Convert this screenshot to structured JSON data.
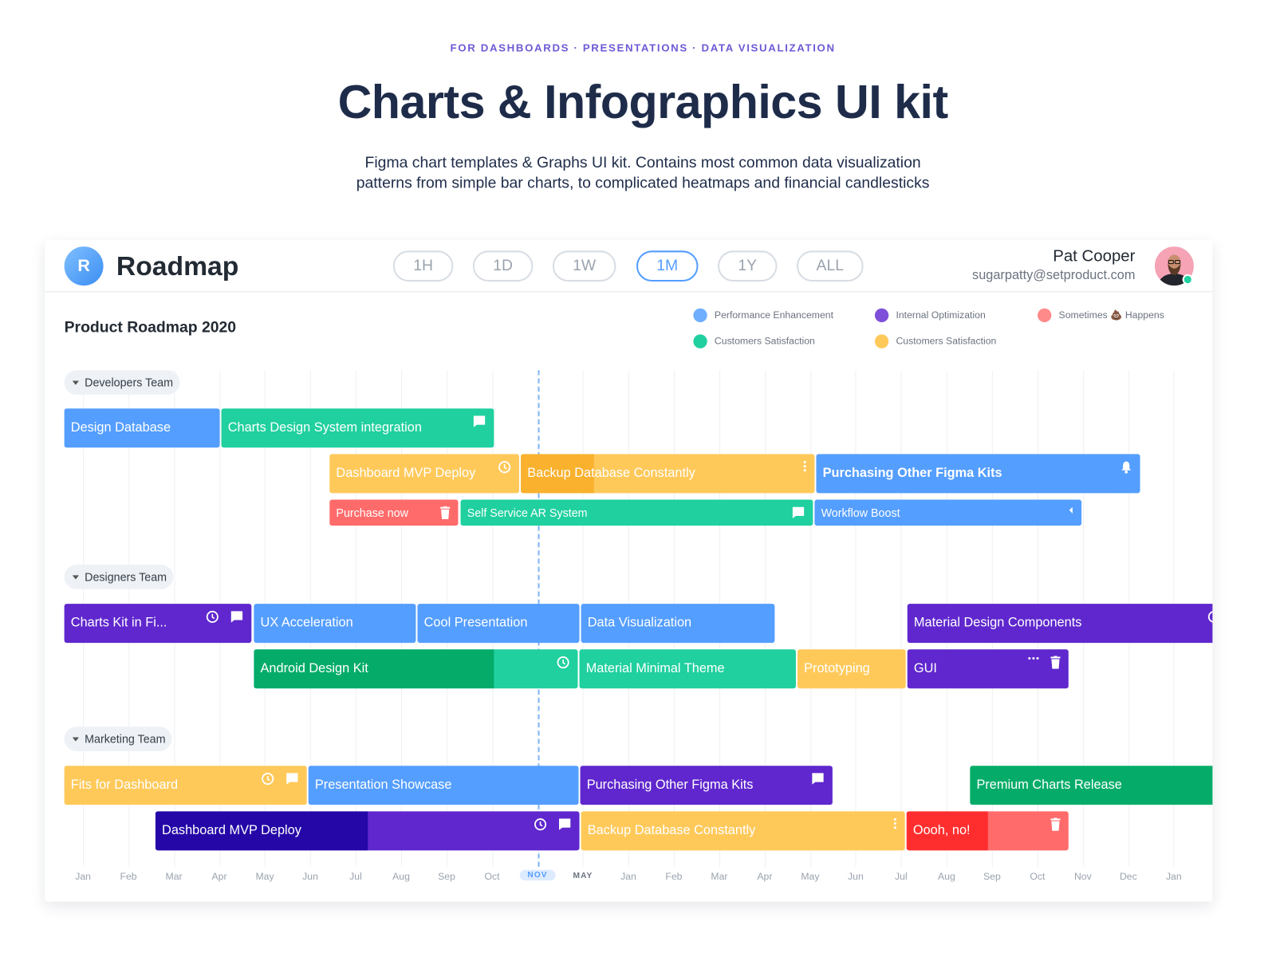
{
  "header": {
    "tagline": "FOR DASHBOARDS · PRESENTATIONS · DATA VISUALIZATION",
    "title": "Charts & Infographics UI kit",
    "description_lines": [
      "Figma chart templates & Graphs UI kit. Contains most common data visualization",
      "patterns from simple bar charts, to complicated heatmaps and financial candlesticks"
    ]
  },
  "app": {
    "logo_letter": "R",
    "title": "Roadmap",
    "time_ranges": [
      "1H",
      "1D",
      "1W",
      "1M",
      "1Y",
      "ALL"
    ],
    "active_range": "1M",
    "user": {
      "name": "Pat Cooper",
      "email": "sugarpatty@setproduct.com",
      "status": "online",
      "status_color": "#20D09F"
    }
  },
  "roadmap": {
    "title": "Product Roadmap 2020",
    "legend": [
      {
        "label": "Performance Enhancement",
        "color": "#6FAEFF"
      },
      {
        "label": "Internal Optimization",
        "color": "#7E4FD9"
      },
      {
        "label": "Sometimes 💩 Happens",
        "color": "#FF8A8A"
      },
      {
        "label": "Customers Satisfaction",
        "color": "#20D09F"
      },
      {
        "label": "Customers Satisfaction",
        "color": "#FFC95A"
      }
    ],
    "axis_labels": [
      "Jan",
      "Feb",
      "Mar",
      "Apr",
      "May",
      "Jun",
      "Jul",
      "Aug",
      "Sep",
      "Oct",
      "NOV",
      "MAY",
      "Jan",
      "Feb",
      "Mar",
      "Apr",
      "May",
      "Jun",
      "Jul",
      "Aug",
      "Sep",
      "Oct",
      "Nov",
      "Dec",
      "Jan"
    ],
    "current_marker": "NOV",
    "teams": [
      {
        "name": "Developers Team",
        "rows": [
          [
            {
              "label": "Design Database",
              "color": "#549EFF",
              "icons": []
            },
            {
              "label": "Charts Design System integration",
              "color": "#20D09F",
              "icons": [
                "comment"
              ]
            }
          ],
          [
            {
              "label": "Dashboard MVP Deploy",
              "color": "#FFC95A",
              "icons": [
                "clock"
              ]
            },
            {
              "label": "Backup Database Constantly",
              "color": "#FFC95A",
              "progress_color": "#F9B12E",
              "progress": 0.25,
              "icons": [
                "dots-vertical"
              ]
            },
            {
              "label": "Purchasing Other Figma Kits",
              "color": "#549EFF",
              "emphasis": true,
              "icons": [
                "bell"
              ]
            }
          ],
          [
            {
              "label": "Purchase now",
              "color": "#FF6B6B",
              "icons": [
                "trash"
              ]
            },
            {
              "label": "Self Service AR System",
              "color": "#20D09F",
              "icons": [
                "comment"
              ]
            },
            {
              "label": "Workflow Boost",
              "color": "#549EFF",
              "icons": [
                "caret-left"
              ]
            }
          ]
        ]
      },
      {
        "name": "Designers Team",
        "rows": [
          [
            {
              "label": "Charts Kit in Fi...",
              "color": "#5F27CD",
              "icons": [
                "clock",
                "comment"
              ]
            },
            {
              "label": "UX Acceleration",
              "color": "#549EFF",
              "icons": []
            },
            {
              "label": "Cool Presentation",
              "color": "#549EFF",
              "icons": []
            },
            {
              "label": "Data Visualization",
              "color": "#549EFF",
              "icons": []
            },
            {
              "label": "Material Design Components",
              "color": "#5F27CD",
              "icons": [
                "clock"
              ]
            }
          ],
          [
            {
              "label": "Android Design Kit",
              "color": "#20D09F",
              "progress_color": "#05AC69",
              "progress": 0.74,
              "icons": [
                "clock"
              ]
            },
            {
              "label": "Material Minimal Theme",
              "color": "#20D09F",
              "icons": []
            },
            {
              "label": "Prototyping",
              "color": "#FFC95A",
              "icons": []
            },
            {
              "label": "GUI",
              "color": "#5F27CD",
              "icons": [
                "dots-horizontal",
                "trash"
              ]
            }
          ]
        ]
      },
      {
        "name": "Marketing Team",
        "rows": [
          [
            {
              "label": "Fits for Dashboard",
              "color": "#FFC95A",
              "icons": [
                "clock",
                "comment"
              ]
            },
            {
              "label": "Presentation Showcase",
              "color": "#549EFF",
              "icons": []
            },
            {
              "label": "Purchasing Other Figma Kits",
              "color": "#5F27CD",
              "icons": [
                "comment"
              ]
            },
            {
              "label": "Premium Charts Release",
              "color": "#05AC69",
              "icons": []
            }
          ],
          [
            {
              "label": "Dashboard MVP Deploy",
              "color": "#5F27CD",
              "progress_color": "#2407A6",
              "progress": 0.5,
              "icons": [
                "clock",
                "comment"
              ]
            },
            {
              "label": "Backup Database Constantly",
              "color": "#FFC95A",
              "icons": [
                "dots-vertical"
              ]
            },
            {
              "label": "Oooh, no!",
              "color": "#FF6B6B",
              "progress_color": "#FF2E2E",
              "progress": 0.5,
              "icons": [
                "trash"
              ]
            }
          ]
        ]
      }
    ]
  }
}
